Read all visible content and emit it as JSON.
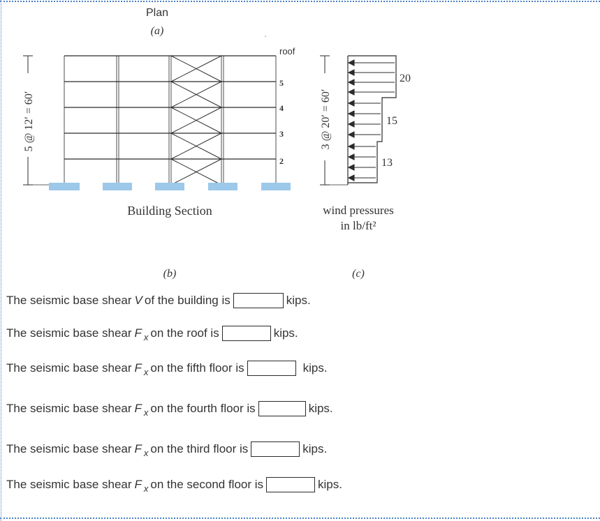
{
  "figure": {
    "plan_label": "Plan",
    "part_a": "(a)",
    "part_b": "(b)",
    "part_c": "(c)",
    "building_section_label": "Building Section",
    "height_dimension_label": "5 @ 12′ = 60′",
    "wind_dimension_label": "3 @ 20′ = 60′",
    "wind_pressures_label_line1": "wind pressures",
    "wind_pressures_label_line2": "in lb/ft²",
    "floor_labels": {
      "roof": "roof",
      "f5": "5",
      "f4": "4",
      "f3": "3",
      "f2": "2"
    },
    "pressure_values": {
      "top": "20",
      "middle": "15",
      "bottom": "13"
    }
  },
  "questions": [
    {
      "prefix": "The seismic base shear",
      "symbol": "V",
      "subscript": "",
      "suffix": "of the building is",
      "unit": "kips."
    },
    {
      "prefix": "The seismic base shear",
      "symbol": "F",
      "subscript": "x",
      "suffix": "on the roof is",
      "unit": "kips."
    },
    {
      "prefix": "The seismic base shear",
      "symbol": "F",
      "subscript": "x",
      "suffix": "on the fifth floor is",
      "unit": "kips."
    },
    {
      "prefix": "The seismic base shear",
      "symbol": "F",
      "subscript": "x",
      "suffix": "on the fourth floor is",
      "unit": "kips."
    },
    {
      "prefix": "The seismic base shear",
      "symbol": "F",
      "subscript": "x",
      "suffix": "on the third floor is",
      "unit": "kips."
    },
    {
      "prefix": "The seismic base shear",
      "symbol": "F",
      "subscript": "x",
      "suffix": "on the second floor is",
      "unit": "kips."
    }
  ],
  "colors": {
    "frame": "#8a8a8a",
    "line": "#2b2b2b",
    "footing": "#9cc8ea",
    "text": "#333333",
    "border": "#4a7fc1"
  }
}
